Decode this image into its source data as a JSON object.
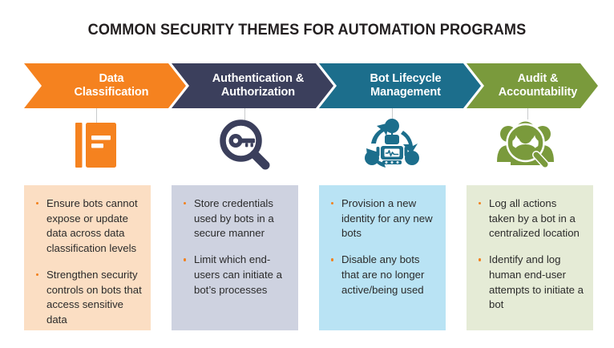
{
  "page": {
    "title": "COMMON SECURITY THEMES FOR AUTOMATION PROGRAMS",
    "background": "#FFFFFF"
  },
  "colors": {
    "orange": "#F5821F",
    "navy": "#3B3F5C",
    "teal": "#1C6E8C",
    "olive": "#7A9A3C",
    "bullet": "#F2811D",
    "title_text": "#231F20",
    "body_text": "#2B2B2B",
    "stem": "#C9CBCD"
  },
  "columns": [
    {
      "id": "data-classification",
      "banner_label": "Data\nClassification",
      "banner_color": "#F5821F",
      "icon_name": "book-document-icon",
      "icon_color": "#F5821F",
      "box_color": "#FBDEC3",
      "bullets": [
        "Ensure bots cannot expose or update data across data classification levels",
        "Strengthen security controls on bots that access sensitive data"
      ]
    },
    {
      "id": "authentication-authorization",
      "banner_label": "Authentication &\nAuthorization",
      "banner_color": "#3B3F5C",
      "icon_name": "magnifier-key-icon",
      "icon_color": "#3B3F5C",
      "box_color": "#CED2E0",
      "bullets": [
        "Store credentials used by bots in a secure manner",
        "Limit which end-users can initiate a bot’s processes"
      ]
    },
    {
      "id": "bot-lifecycle-management",
      "banner_label": "Bot Lifecycle\nManagement",
      "banner_color": "#1C6E8C",
      "icon_name": "robot-lifecycle-icon",
      "icon_color": "#1C6E8C",
      "box_color": "#B9E3F4",
      "bullets": [
        "Provision a new identity for any new bots",
        "Disable any bots that are no longer active/being used"
      ]
    },
    {
      "id": "audit-accountability",
      "banner_label": "Audit &\nAccountability",
      "banner_color": "#7A9A3C",
      "icon_name": "people-magnifier-icon",
      "icon_color": "#7A9A3C",
      "box_color": "#E5EBD6",
      "bullets": [
        "Log all actions taken by a bot in a centralized location",
        "Identify and log human end-user attempts to initiate a bot"
      ]
    }
  ]
}
